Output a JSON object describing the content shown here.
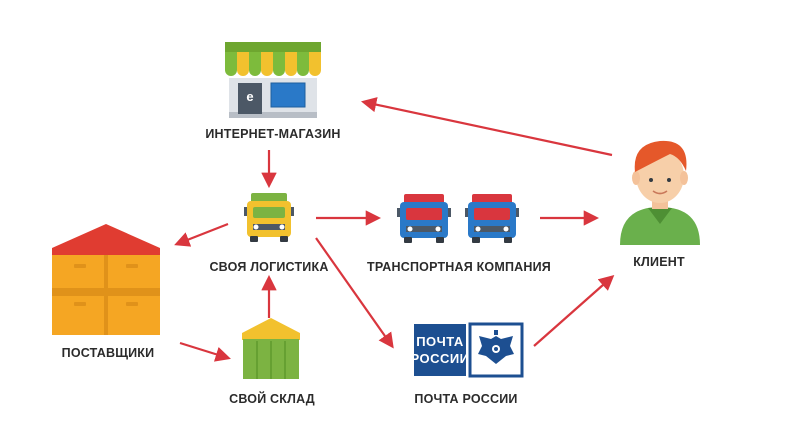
{
  "nodes": {
    "shop": {
      "label": "ИНТЕРНЕТ-МАГАЗИН",
      "badge": "e"
    },
    "logistics": {
      "label": "СВОЯ ЛОГИСТИКА"
    },
    "transport": {
      "label": "ТРАНСПОРТНАЯ КОМПАНИЯ"
    },
    "client": {
      "label": "КЛИЕНТ"
    },
    "suppliers": {
      "label": "ПОСТАВЩИКИ"
    },
    "warehouse": {
      "label": "СВОЙ СКЛАД"
    },
    "post": {
      "label": "ПОЧТА РОССИИ",
      "logo_line1": "ПОЧТА",
      "logo_line2": "РОССИИ"
    }
  },
  "colors": {
    "arrow": "#d9363e",
    "awning_green": "#7dbb3c",
    "awning_yellow": "#f2c12e",
    "truck_yellow": "#f2c12e",
    "truck_red": "#d9363e",
    "truck_blue": "#2a79c8",
    "box_orange": "#f5a623",
    "roof_red": "#e03c31",
    "warehouse_green": "#7cb342",
    "post_blue": "#1d4f91",
    "client_green": "#6ab04c",
    "client_hair": "#e5582a"
  }
}
